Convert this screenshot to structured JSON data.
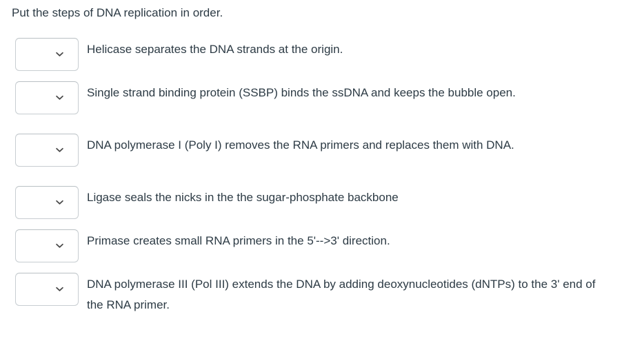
{
  "question": {
    "prompt": "Put the steps of DNA replication in order.",
    "type": "ordering-dropdown"
  },
  "select": {
    "selected_value": "",
    "placeholder": "",
    "icon": "chevron-down-icon"
  },
  "answers": [
    {
      "id": "answer-1",
      "order_value": "",
      "text": "Helicase separates the DNA strands at the origin.",
      "lines": 1
    },
    {
      "id": "answer-2",
      "order_value": "",
      "text": "Single strand binding protein (SSBP) binds the ssDNA and keeps the bubble open.",
      "lines": 2
    },
    {
      "id": "answer-3",
      "order_value": "",
      "text": "DNA polymerase I (Poly I) removes the RNA primers and replaces them with DNA.",
      "lines": 2
    },
    {
      "id": "answer-4",
      "order_value": "",
      "text": "Ligase seals the nicks in the the sugar-phosphate backbone",
      "lines": 1
    },
    {
      "id": "answer-5",
      "order_value": "",
      "text": "Primase creates small RNA primers in the 5'-->3' direction.",
      "lines": 1
    },
    {
      "id": "answer-6",
      "order_value": "",
      "text": "DNA polymerase III (Pol III) extends the DNA by adding deoxynucleotides (dNTPs) to the 3' end of the RNA primer.",
      "lines": 2
    }
  ],
  "colors": {
    "text": "#2d3b45",
    "border": "#c7cdd1",
    "background": "#ffffff",
    "chevron": "#4a4a4a"
  }
}
